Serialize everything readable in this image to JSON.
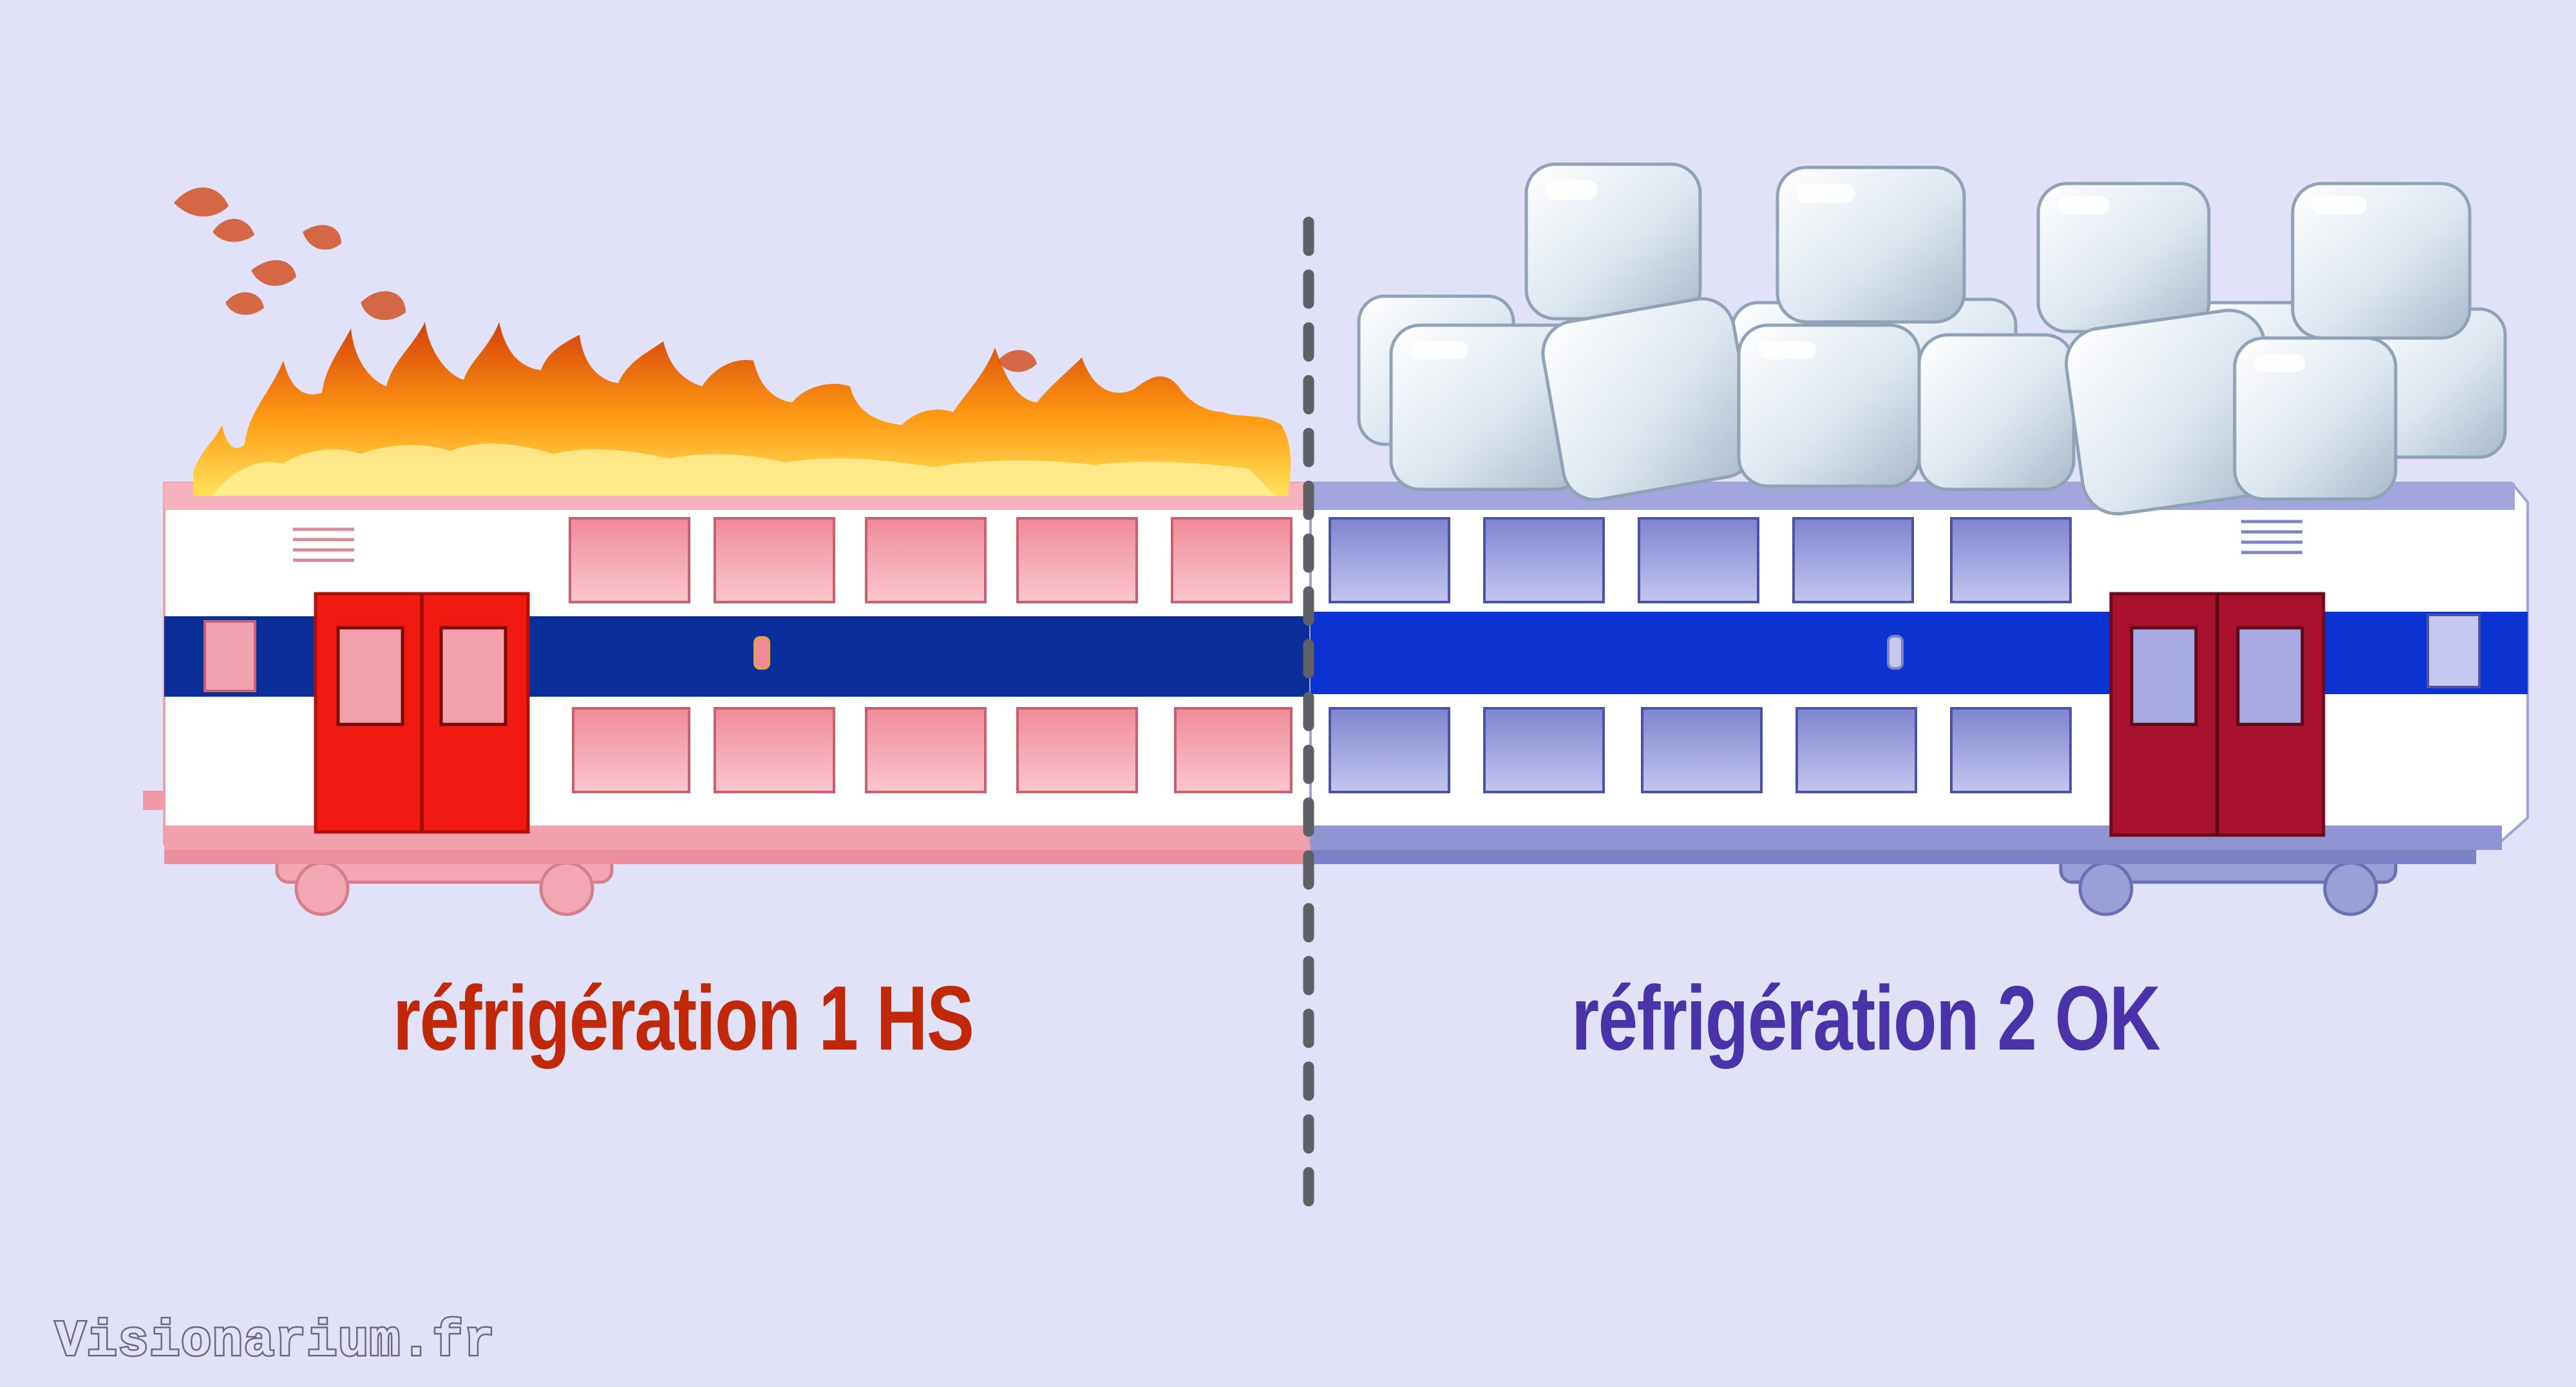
{
  "captions": {
    "left": "réfrigération 1 HS",
    "right": "réfrigération 2 OK"
  },
  "watermark": "Visionarium.fr",
  "colors": {
    "background": "#e1e1f8",
    "left_caption": "#c0280a",
    "right_caption": "#4a32a8",
    "divider": "#5f5f66",
    "left_tint": "#f59aa8",
    "right_tint": "#8e92d6",
    "band_left": "#0a2f9a",
    "band_right": "#0a33d2",
    "door_left": "#f01a10",
    "door_right": "#a8122e"
  },
  "icons": {
    "left_top": "fire-flames",
    "right_top": "ice-cubes"
  }
}
